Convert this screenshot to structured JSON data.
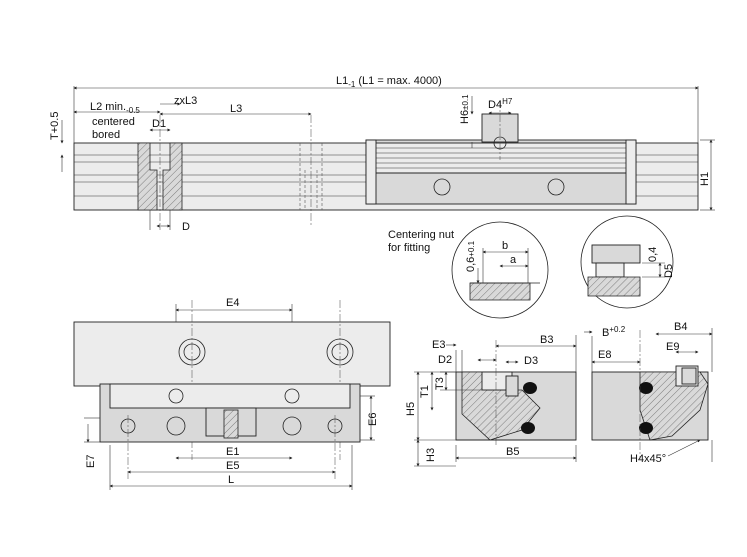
{
  "labels": {
    "l1": "L1",
    "l1_sub": "-1",
    "l1_note": "(L1 = max. 4000)",
    "t_tol": "T+0.5",
    "l2": "L2 min.",
    "l2_sub": "-0.5",
    "centered": "centered",
    "bored": "bored",
    "zxl3": "zxL3",
    "l3": "L3",
    "d1": "D1",
    "d": "D",
    "h6": "H6",
    "h6_tol": "±0.1",
    "d4": "D4",
    "d4_sup": "H7",
    "h1": "H1",
    "centering_nut_1": "Centering nut",
    "centering_nut_2": "for fitting",
    "tol_06": "0,6",
    "tol_06_sup": "+0.1",
    "b": "b",
    "a": "a",
    "v04": "0,4",
    "d5": "D5",
    "e4": "E4",
    "e6": "E6",
    "e7": "E7",
    "e1": "E1",
    "e5": "E5",
    "l": "L",
    "e3": "E3",
    "d2": "D2",
    "t1": "T1",
    "t3": "T3",
    "h5": "H5",
    "h3": "H3",
    "d3": "D3",
    "b3": "B3",
    "b5": "B5",
    "b_tol": "B",
    "b_tol_sup": "+0.2",
    "e8": "E8",
    "b4": "B4",
    "e9": "E9",
    "h4": "H4x45°"
  }
}
